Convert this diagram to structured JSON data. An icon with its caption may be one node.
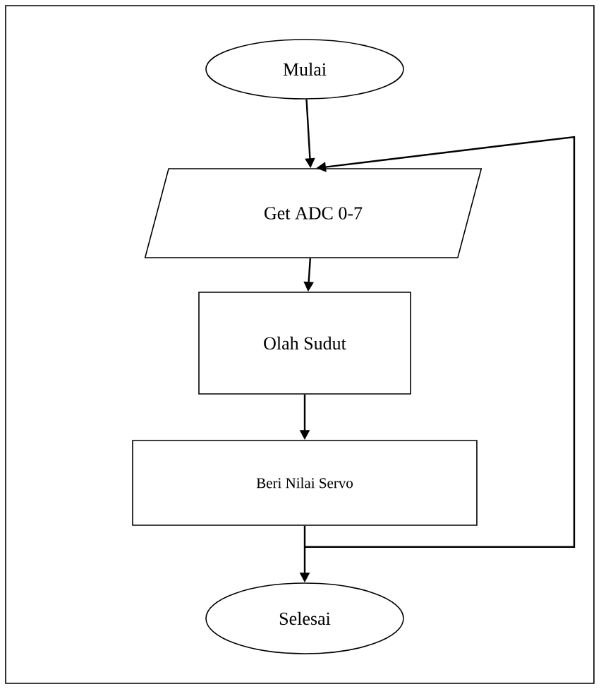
{
  "diagram": {
    "nodes": [
      {
        "text": [
          "Mulai"
        ]
      },
      {
        "text": [
          "Get ADC 0-7"
        ]
      },
      {
        "text": [
          "Olah Sudut"
        ]
      },
      {
        "text": [
          "Beri Nilai Servo"
        ]
      },
      {
        "text": [
          "Selesai"
        ]
      }
    ],
    "edges": [
      {
        "from": 0,
        "to": 1,
        "arrow": "to"
      },
      {
        "from": 1,
        "to": 2,
        "arrow": "to"
      },
      {
        "from": 2,
        "to": 3,
        "arrow": "to"
      },
      {
        "from": 3,
        "to": 4,
        "arrow": "to"
      },
      {
        "from": 3,
        "to": 1,
        "arrow": "to"
      }
    ]
  }
}
